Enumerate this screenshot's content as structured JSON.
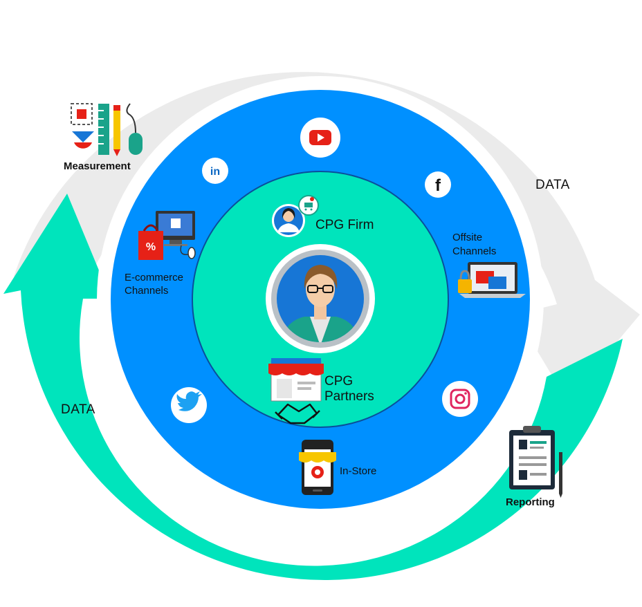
{
  "flow": {
    "data_label_top": "DATA",
    "data_label_bottom": "DATA",
    "measurement_label": "Measurement",
    "reporting_label": "Reporting"
  },
  "outer_ring": {
    "ecommerce_line1": "E-commerce",
    "ecommerce_line2": "Channels",
    "offsite_line1": "Offsite",
    "offsite_line2": "Channels",
    "instore_label": "In-Store",
    "social_icons": [
      "youtube-icon",
      "linkedin-icon",
      "facebook-icon",
      "twitter-icon",
      "instagram-icon"
    ]
  },
  "inner_ring": {
    "cpg_firm_label": "CPG Firm",
    "cpg_partners_line1": "CPG",
    "cpg_partners_line2": "Partners"
  },
  "colors": {
    "blue_ring": "#0090ff",
    "teal": "#00e4bc",
    "grey_arrow": "#ebebeb",
    "youtube": "#e62117",
    "instagram": "#e0245e",
    "twitter": "#1da1f2",
    "linkedin": "#0a66c2",
    "facebook": "#111111"
  }
}
